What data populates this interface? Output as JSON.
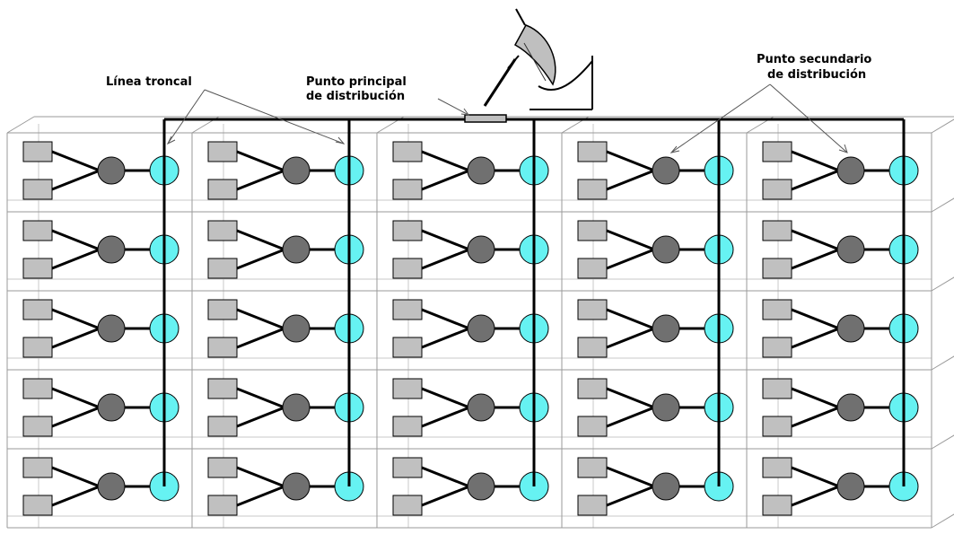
{
  "labels": {
    "trunk_line": "Línea troncal",
    "main_point_line1": "Punto principal",
    "main_point_line2": "de distribución",
    "secondary_point_line1": "Punto secundario",
    "secondary_point_line2": "de distribución"
  },
  "building": {
    "columns": 5,
    "floors": 5
  },
  "colors": {
    "outlet": "#c0c0c0",
    "secondary_node": "#707070",
    "trunk_node": "#66f2f2",
    "cable": "#000000",
    "grid": "#9a9a9a"
  }
}
